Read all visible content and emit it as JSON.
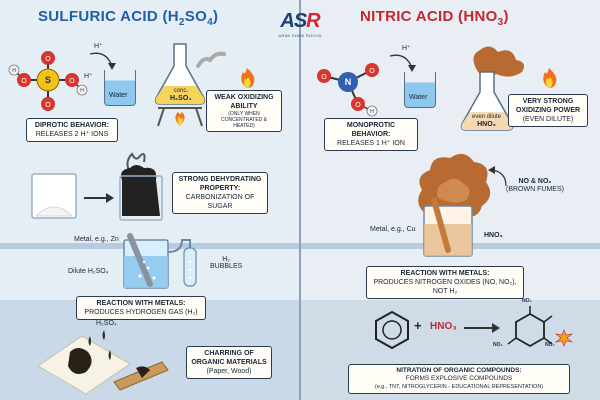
{
  "logo": {
    "text_a": "AS",
    "text_b": "R",
    "tagline": "ARAK SHIMI ROOYA"
  },
  "left": {
    "title_main": "SULFURIC ACID (H",
    "title_sub": "2",
    "title_mid": "SO",
    "title_sub2": "4",
    "title_end": ")",
    "molecule": {
      "atom_s": "S",
      "atom_o": "O",
      "atom_h": "H"
    },
    "proton_label": "H⁺",
    "beaker_label": "Water",
    "flask_label_line1": "conc.",
    "flask_label_line2": "H₂SO₄",
    "box_diprotic": {
      "title": "DIPROTIC BEHAVIOR:",
      "text": "RELEASES 2 H⁺ IONS"
    },
    "box_weak": {
      "title": "WEAK OXIDIZING ABILITY",
      "text": "(ONLY WHEN CONCENTRATED & HEATED)"
    },
    "box_dehydrating": {
      "title": "STRONG DEHYDRATING PROPERTY:",
      "text": "CARBONIZATION OF SUGAR"
    },
    "metal_label": "Metal, e.g., Zn",
    "dilute_label": "Dilute H₂SO₄",
    "h2_label": "H₂",
    "bubbles_label": "BUBBLES",
    "box_metals": {
      "title": "REACTION WITH METALS:",
      "text": "PRODUCES HYDROGEN GAS (H₂)"
    },
    "drop_label": "H₂SO₄",
    "box_charring": {
      "title": "CHARRING OF ORGANIC MATERIALS",
      "text": "(Paper, Wood)"
    }
  },
  "right": {
    "title_main": "NITRIC ACID (HNO",
    "title_sub": "3",
    "title_end": ")",
    "molecule": {
      "atom_n": "N",
      "atom_o": "O",
      "atom_h": "H"
    },
    "proton_label": "H⁺",
    "beaker_label": "Water",
    "flask_label_line1": "even dilute",
    "flask_label_line2": "HNO₃",
    "box_monoprotic": {
      "title": "MONOPROTIC BEHAVIOR:",
      "text": "RELEASES 1 H⁺ ION"
    },
    "box_strong": {
      "title": "VERY STRONG OXIDIZING POWER",
      "text": "(EVEN DILUTE)"
    },
    "fumes_label_line1": "NO & NO₂",
    "fumes_label_line2": "(BROWN FUMES)",
    "metal_label": "Metal, e.g., Cu",
    "acid_label": "HNO₃",
    "box_metals": {
      "title": "REACTION WITH METALS:",
      "text": "PRODUCES NITROGEN OXIDES (NO, NO₂), NOT H₂"
    },
    "plus_sign": "+",
    "reagent_label": "HNO₃",
    "no2_label": "NO₂",
    "box_nitration": {
      "title": "Nitration of Organic Compounds:",
      "text1": "FORMS EXPLOSIVE COMPOUNDS",
      "text2": "(e.g., TNT, NITROGLYCERIN - EDUCATIONAL REPRESENTATION)"
    }
  },
  "colors": {
    "sulfuric": "#1e5fa8",
    "nitric": "#c4282d",
    "sulfur": "#f2c21b",
    "oxygen": "#d8352f",
    "nitrogen": "#2f5fb0",
    "fumes": "#b86a33",
    "water": "#8ec8ee"
  }
}
